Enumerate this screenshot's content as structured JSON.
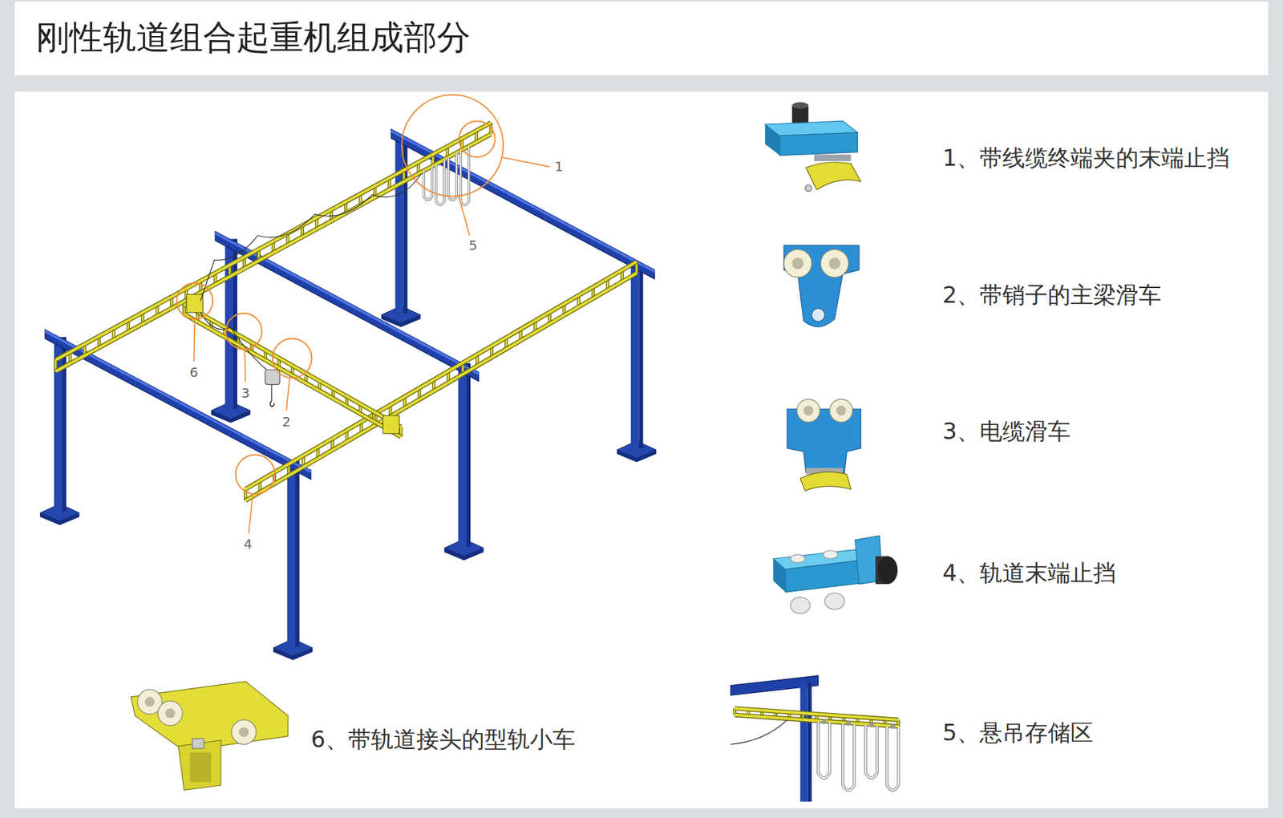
{
  "diagram": {
    "title": "刚性轨道组合起重机组成部分",
    "labels": [
      "1",
      "5",
      "6",
      "3",
      "2",
      "4",
      "1、带线缆终端夹的末端止挡",
      "2、带销子的主梁滑车",
      "3、电缆滑车",
      "4、轨道末端止挡",
      "5、悬吊存储区",
      "6、带轨道接头的型轨小车"
    ]
  }
}
